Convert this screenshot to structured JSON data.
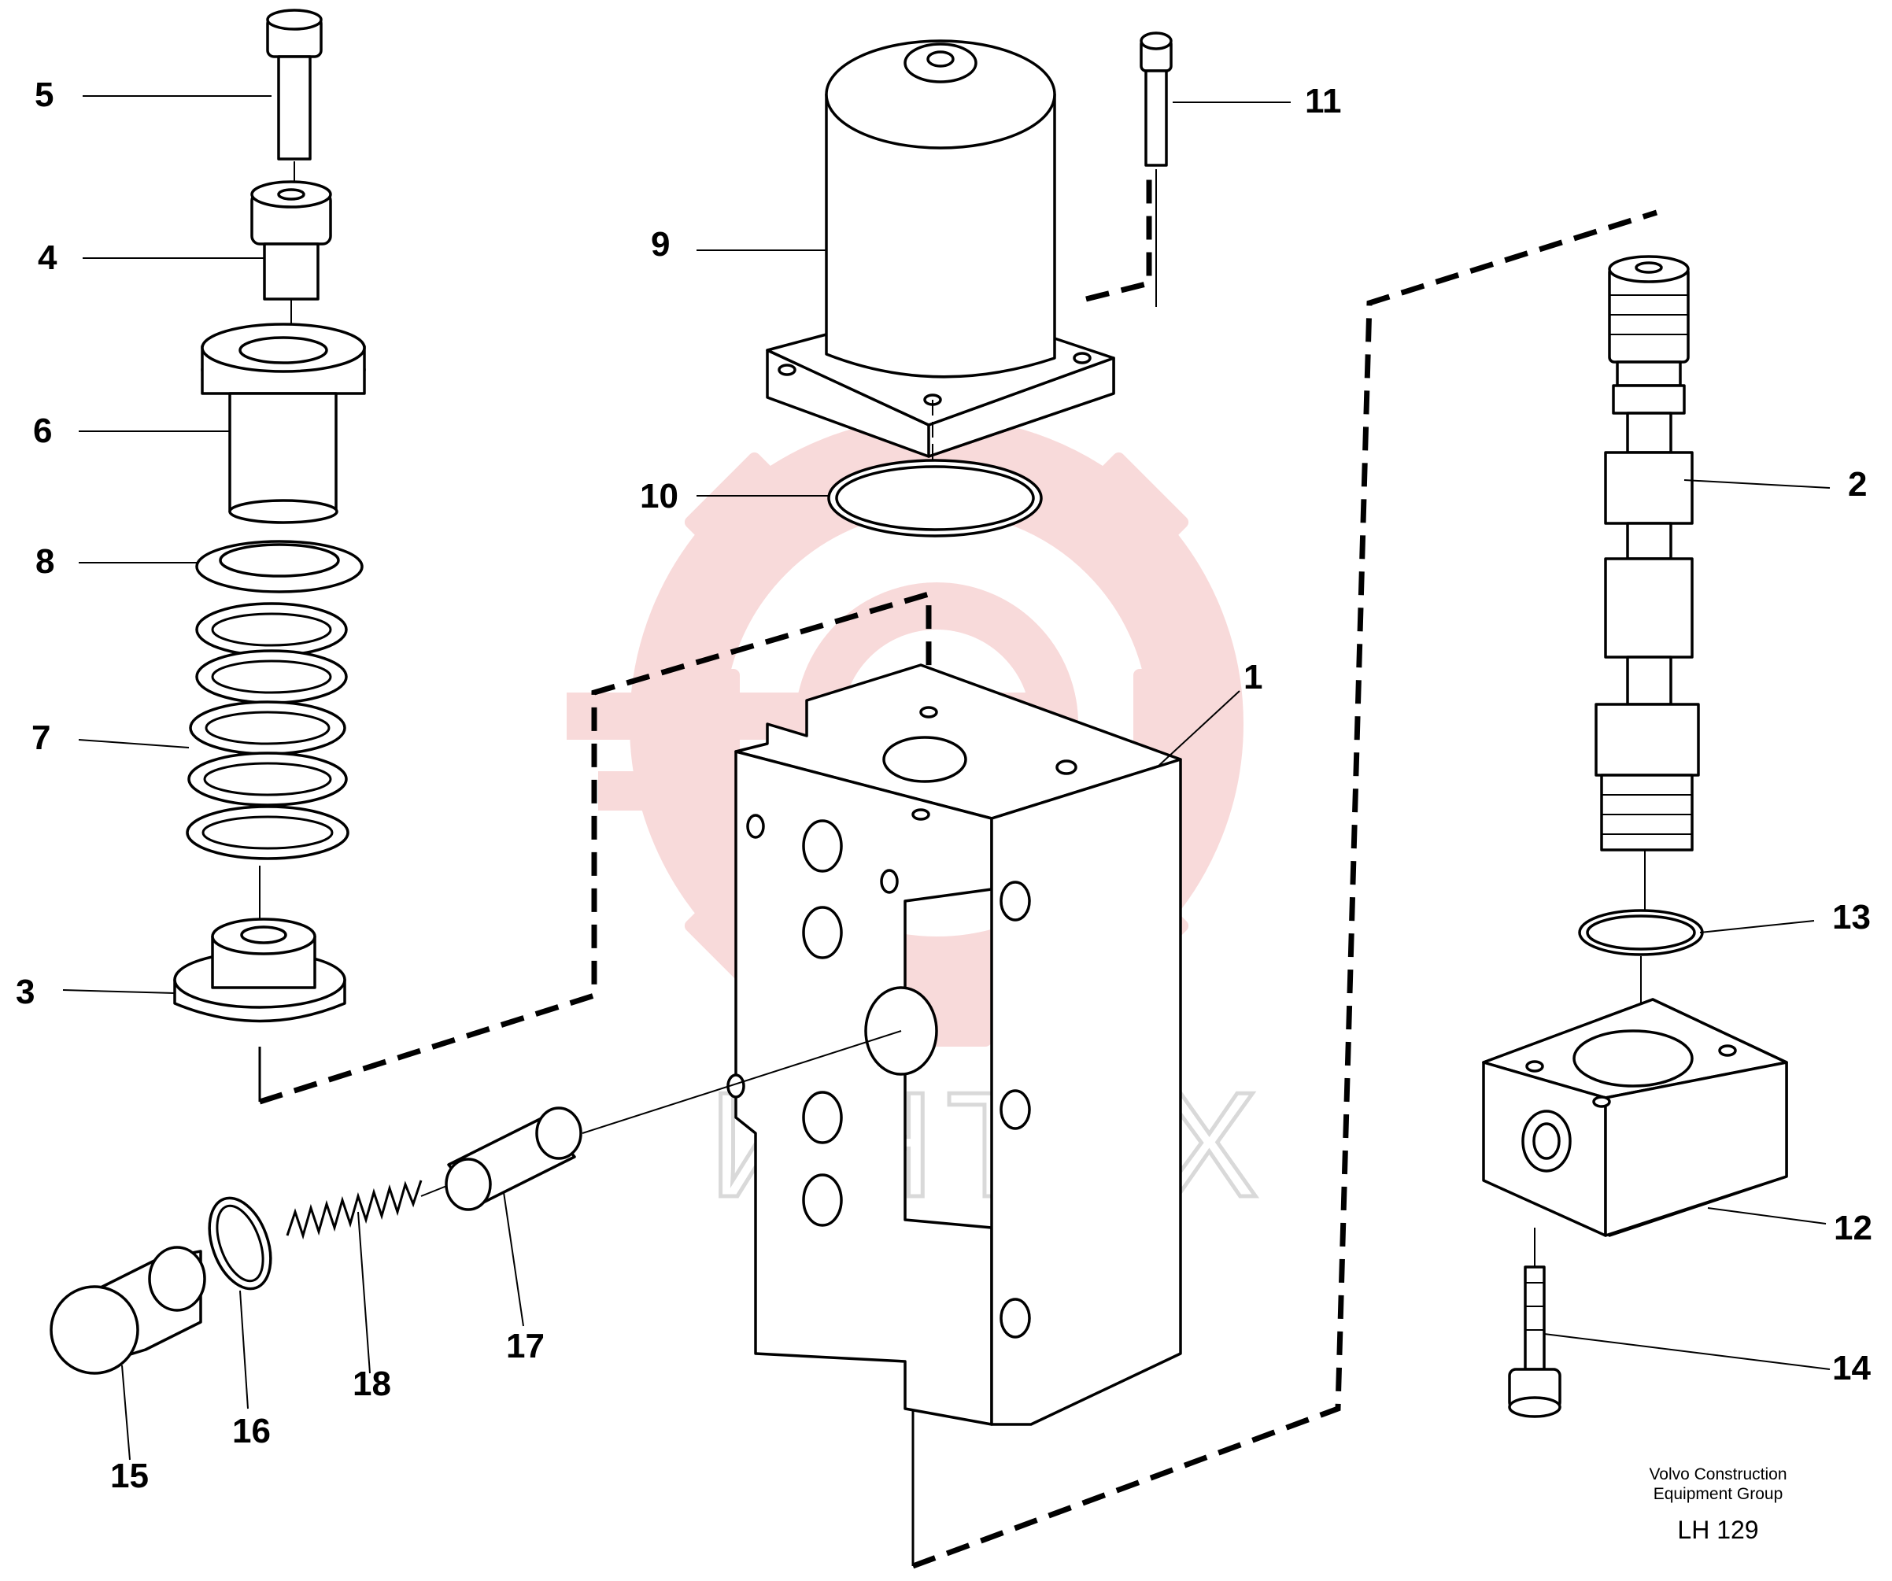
{
  "callouts": [
    {
      "label": "1"
    },
    {
      "label": "2"
    },
    {
      "label": "3"
    },
    {
      "label": "4"
    },
    {
      "label": "5"
    },
    {
      "label": "6"
    },
    {
      "label": "7"
    },
    {
      "label": "8"
    },
    {
      "label": "9"
    },
    {
      "label": "10"
    },
    {
      "label": "11"
    },
    {
      "label": "12"
    },
    {
      "label": "13"
    },
    {
      "label": "14"
    },
    {
      "label": "15"
    },
    {
      "label": "16"
    },
    {
      "label": "17"
    },
    {
      "label": "18"
    }
  ],
  "footer": {
    "company_line1": "Volvo Construction",
    "company_line2": "Equipment Group",
    "drawing_code": "LH 129"
  },
  "watermark": {
    "text": "ИНТЕХ",
    "color": "#f4c0c0"
  }
}
